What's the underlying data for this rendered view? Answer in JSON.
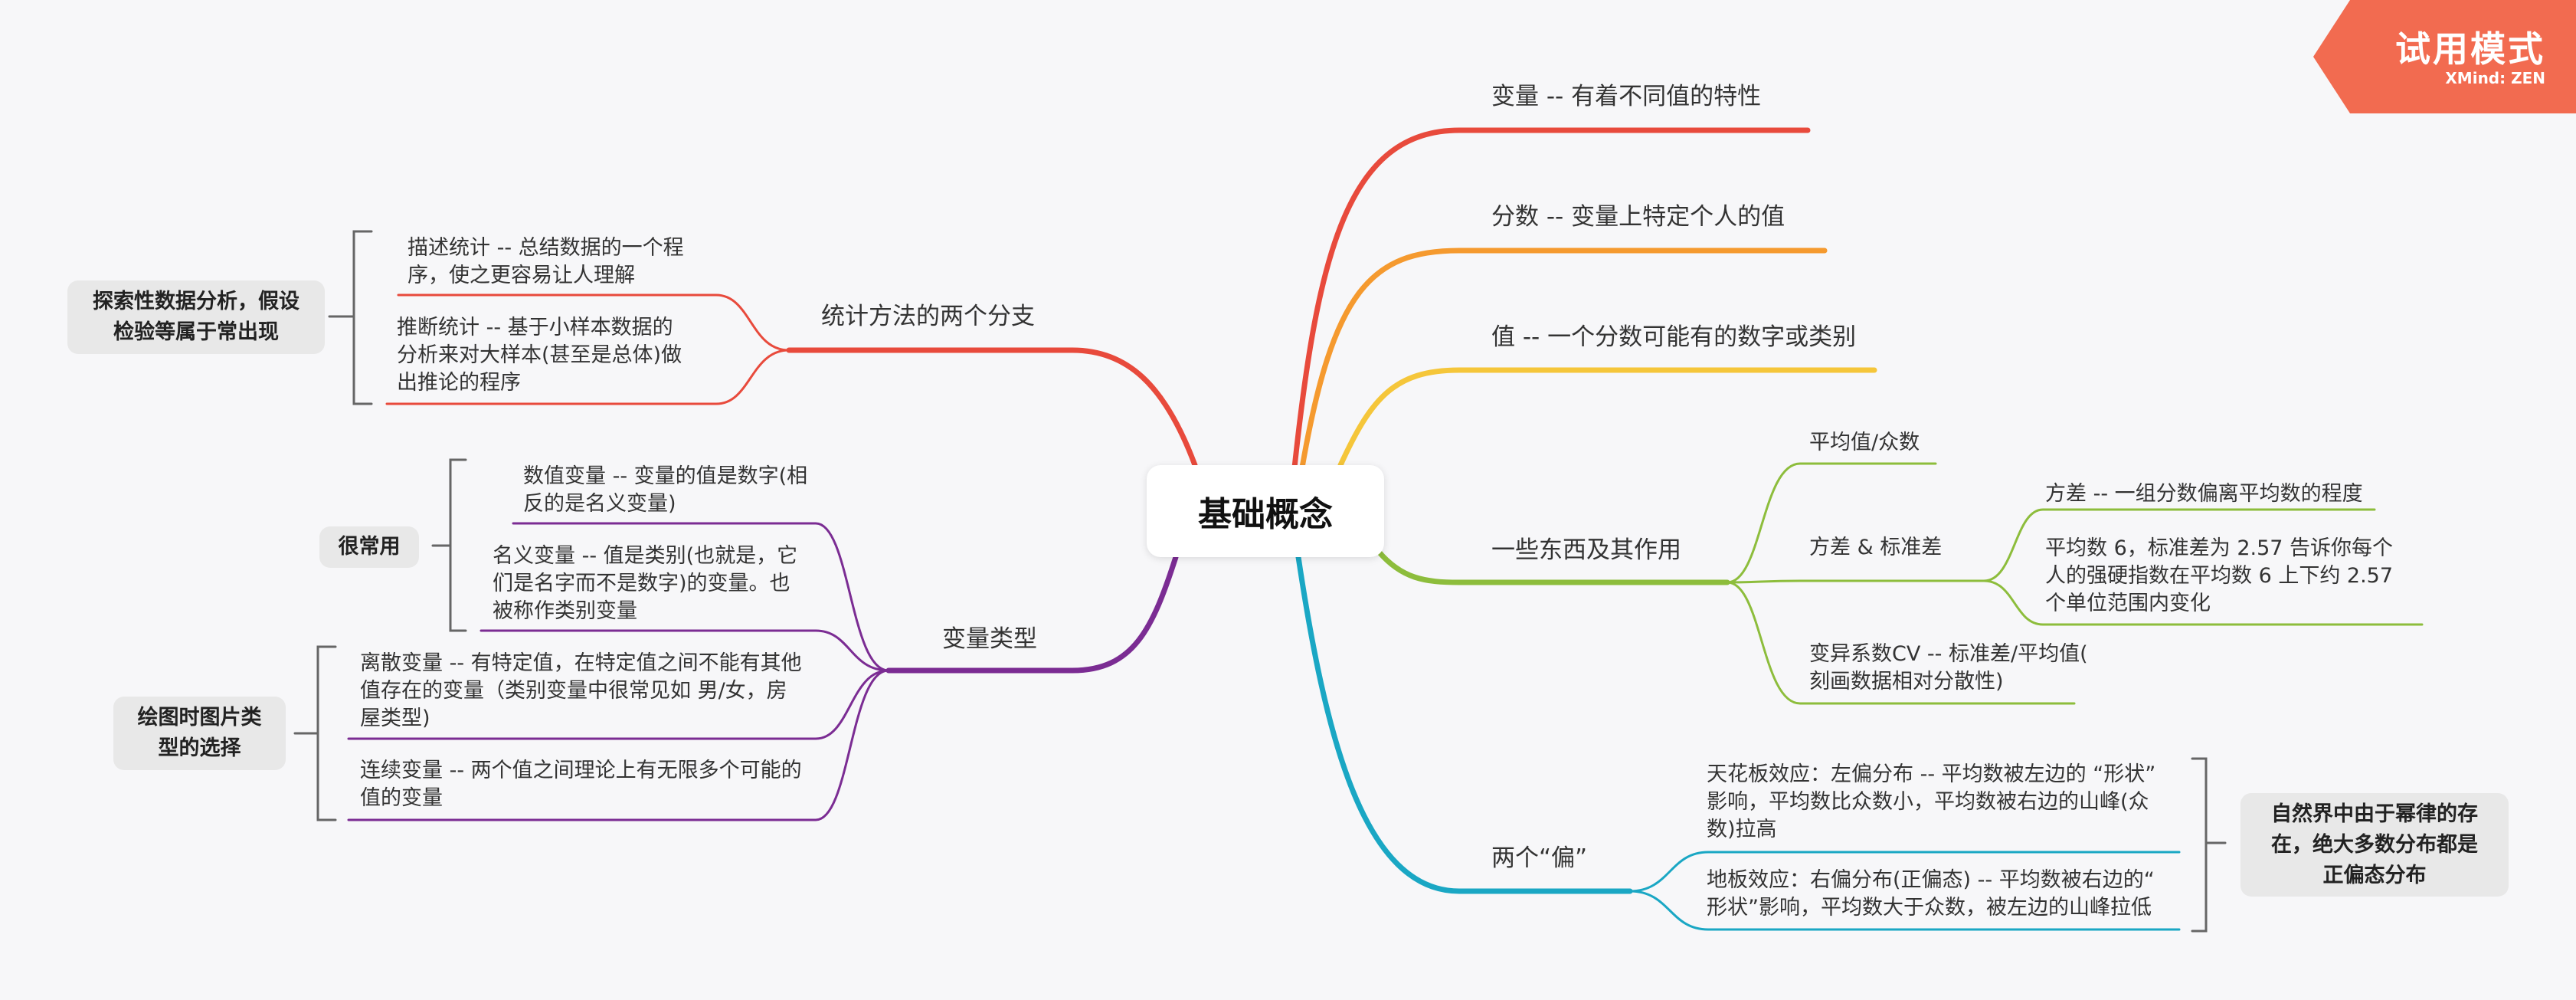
{
  "central_topic": "基础概念",
  "right_branches": {
    "variable": "变量 -- 有着不同值的特性",
    "score": "分数 -- 变量上特定个人的值",
    "value": "值 -- 一个分数可能有的数字或类别",
    "some_things": {
      "label": "一些东西及其作用",
      "mean_mode": "平均值/众数",
      "variance_sd": {
        "label": "方差 & 标准差",
        "variance_def": "方差 -- 一组分数偏离平均数的程度",
        "example_lines": [
          "平均数 6，标准差为 2.57 告诉你每个",
          "人的强硬指数在平均数 6 上下约 2.57",
          "个单位范围内变化"
        ]
      },
      "cv_lines": [
        "变异系数CV -- 标准差/平均值(",
        "刻画数据相对分散性)"
      ]
    },
    "skew": {
      "label": "两个“偏”",
      "ceiling_lines": [
        "天花板效应：左偏分布 -- 平均数被左边的 “形状”",
        "影响，平均数比众数小，平均数被右边的山峰(众",
        "数)拉高"
      ],
      "floor_lines": [
        "地板效应：右偏分布(正偏态) -- 平均数被右边的“",
        "形状”影响，平均数大于众数，被左边的山峰拉低"
      ],
      "note": "自然界中由于幂律的存\n在，绝大多数分布都是\n正偏态分布"
    }
  },
  "left_branches": {
    "stats_methods": {
      "label": "统计方法的两个分支",
      "descriptive_lines": [
        "描述统计 -- 总结数据的一个程",
        "序，使之更容易让人理解"
      ],
      "inferential_lines": [
        "推断统计 -- 基于小样本数据的",
        "分析来对大样本(甚至是总体)做",
        "出推论的程序"
      ],
      "note": "探索性数据分析，假设\n检验等属于常出现"
    },
    "variable_types": {
      "label": "变量类型",
      "numeric_lines": [
        "数值变量 -- 变量的值是数字(相",
        "反的是名义变量)"
      ],
      "nominal_lines": [
        "名义变量 -- 值是类别(也就是，它",
        "们是名字而不是数字)的变量。也",
        "被称作类别变量"
      ],
      "discrete_lines": [
        "离散变量 -- 有特定值，在特定值之间不能有其他",
        "值存在的变量（类别变量中很常见如 男/女，房",
        "屋类型)"
      ],
      "continuous_lines": [
        "连续变量 -- 两个值之间理论上有无限多个可能的",
        "值的变量"
      ],
      "note_common": "很常用",
      "note_plot": "绘图时图片类\n型的选择"
    }
  },
  "watermark": {
    "title": "试用模式",
    "brand": "XMind: ZEN"
  },
  "colors": {
    "red": "#e84a3c",
    "orange": "#f59a2f",
    "yellow": "#f5c63a",
    "green": "#8dbd3c",
    "teal": "#1aa7c4",
    "purple": "#7b2c93",
    "trial": "#f26b50"
  }
}
